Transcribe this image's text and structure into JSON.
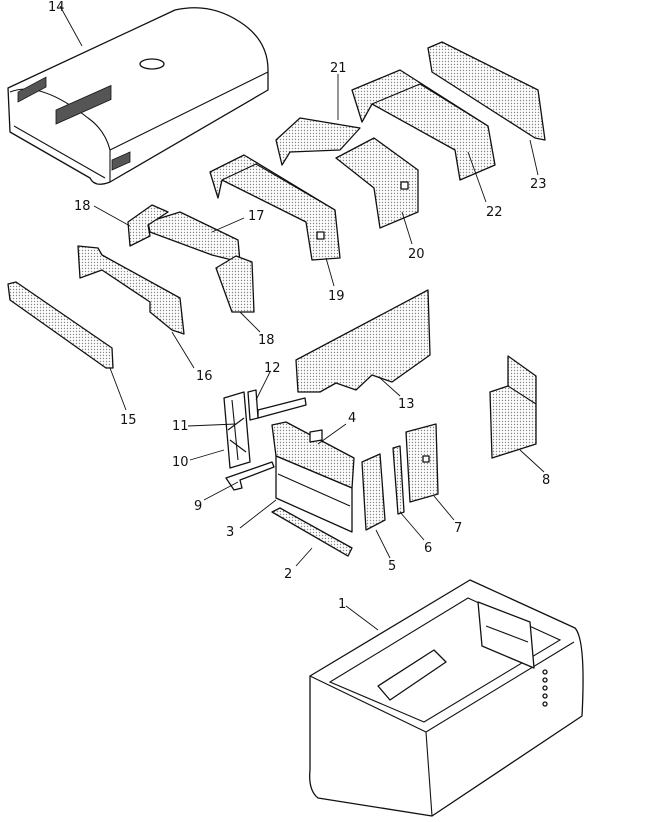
{
  "callouts": {
    "c1": "1",
    "c2": "2",
    "c3": "3",
    "c4": "4",
    "c5": "5",
    "c6": "6",
    "c7": "7",
    "c8": "8",
    "c9": "9",
    "c10": "10",
    "c11": "11",
    "c12": "12",
    "c13": "13",
    "c14": "14",
    "c15": "15",
    "c16": "16",
    "c17": "17",
    "c18a": "18",
    "c18b": "18",
    "c19": "19",
    "c20": "20",
    "c21": "21",
    "c22": "22",
    "c23": "23"
  },
  "colors": {
    "line": "#111111",
    "background": "#ffffff",
    "pad_dots": "#888888"
  }
}
